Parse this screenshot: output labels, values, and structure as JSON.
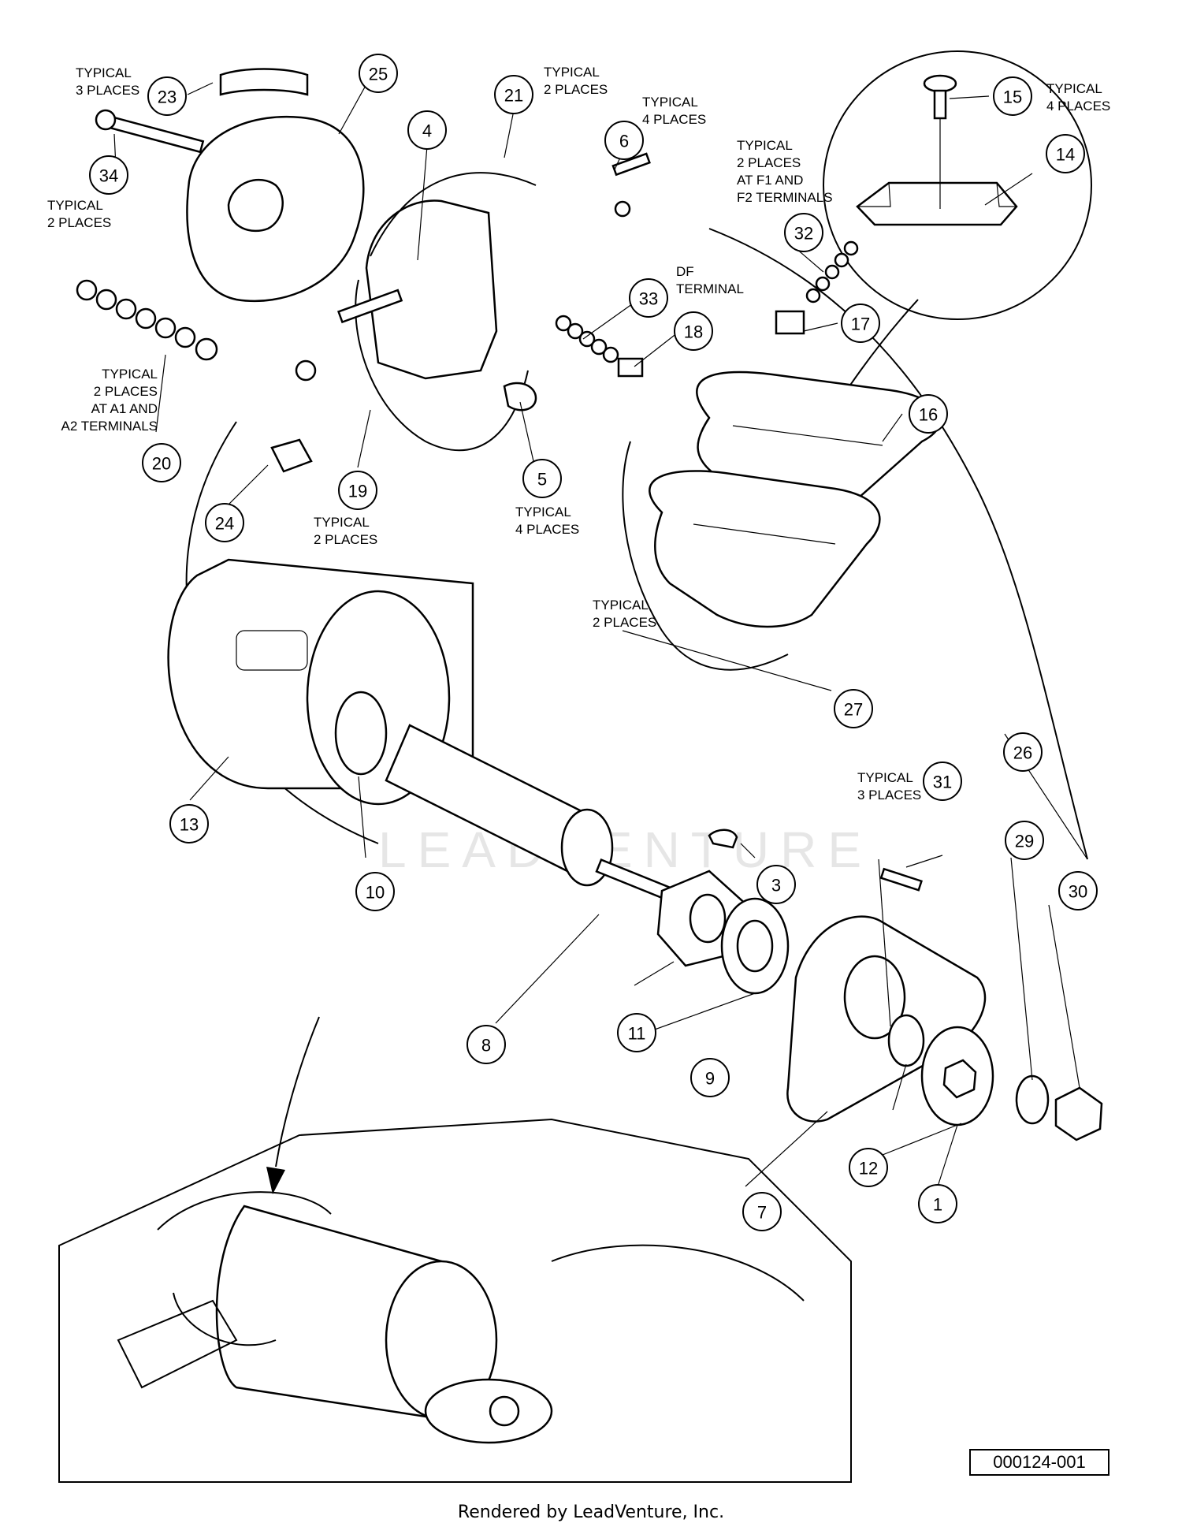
{
  "watermark": "LEADVENTURE",
  "figure_id": "000124-001",
  "footer": "Rendered by LeadVenture, Inc.",
  "callouts": [
    "1",
    "3",
    "4",
    "5",
    "6",
    "7",
    "8",
    "9",
    "10",
    "11",
    "12",
    "13",
    "14",
    "15",
    "16",
    "17",
    "18",
    "19",
    "20",
    "21",
    "23",
    "24",
    "25",
    "26",
    "27",
    "29",
    "30",
    "31",
    "32",
    "33",
    "34"
  ],
  "notes": {
    "typical_3_places": [
      "TYPICAL",
      "3 PLACES"
    ],
    "typical_2_places": [
      "TYPICAL",
      "2 PLACES"
    ],
    "typical_4_places": [
      "TYPICAL",
      "4 PLACES"
    ],
    "f_terminals": [
      "TYPICAL",
      "2 PLACES",
      "AT F1 AND",
      "F2 TERMINALS"
    ],
    "df_terminal": [
      "DF",
      "TERMINAL"
    ],
    "a_terminals": [
      "TYPICAL",
      "2 PLACES",
      "AT A1 AND",
      "A2 TERMINALS"
    ]
  }
}
